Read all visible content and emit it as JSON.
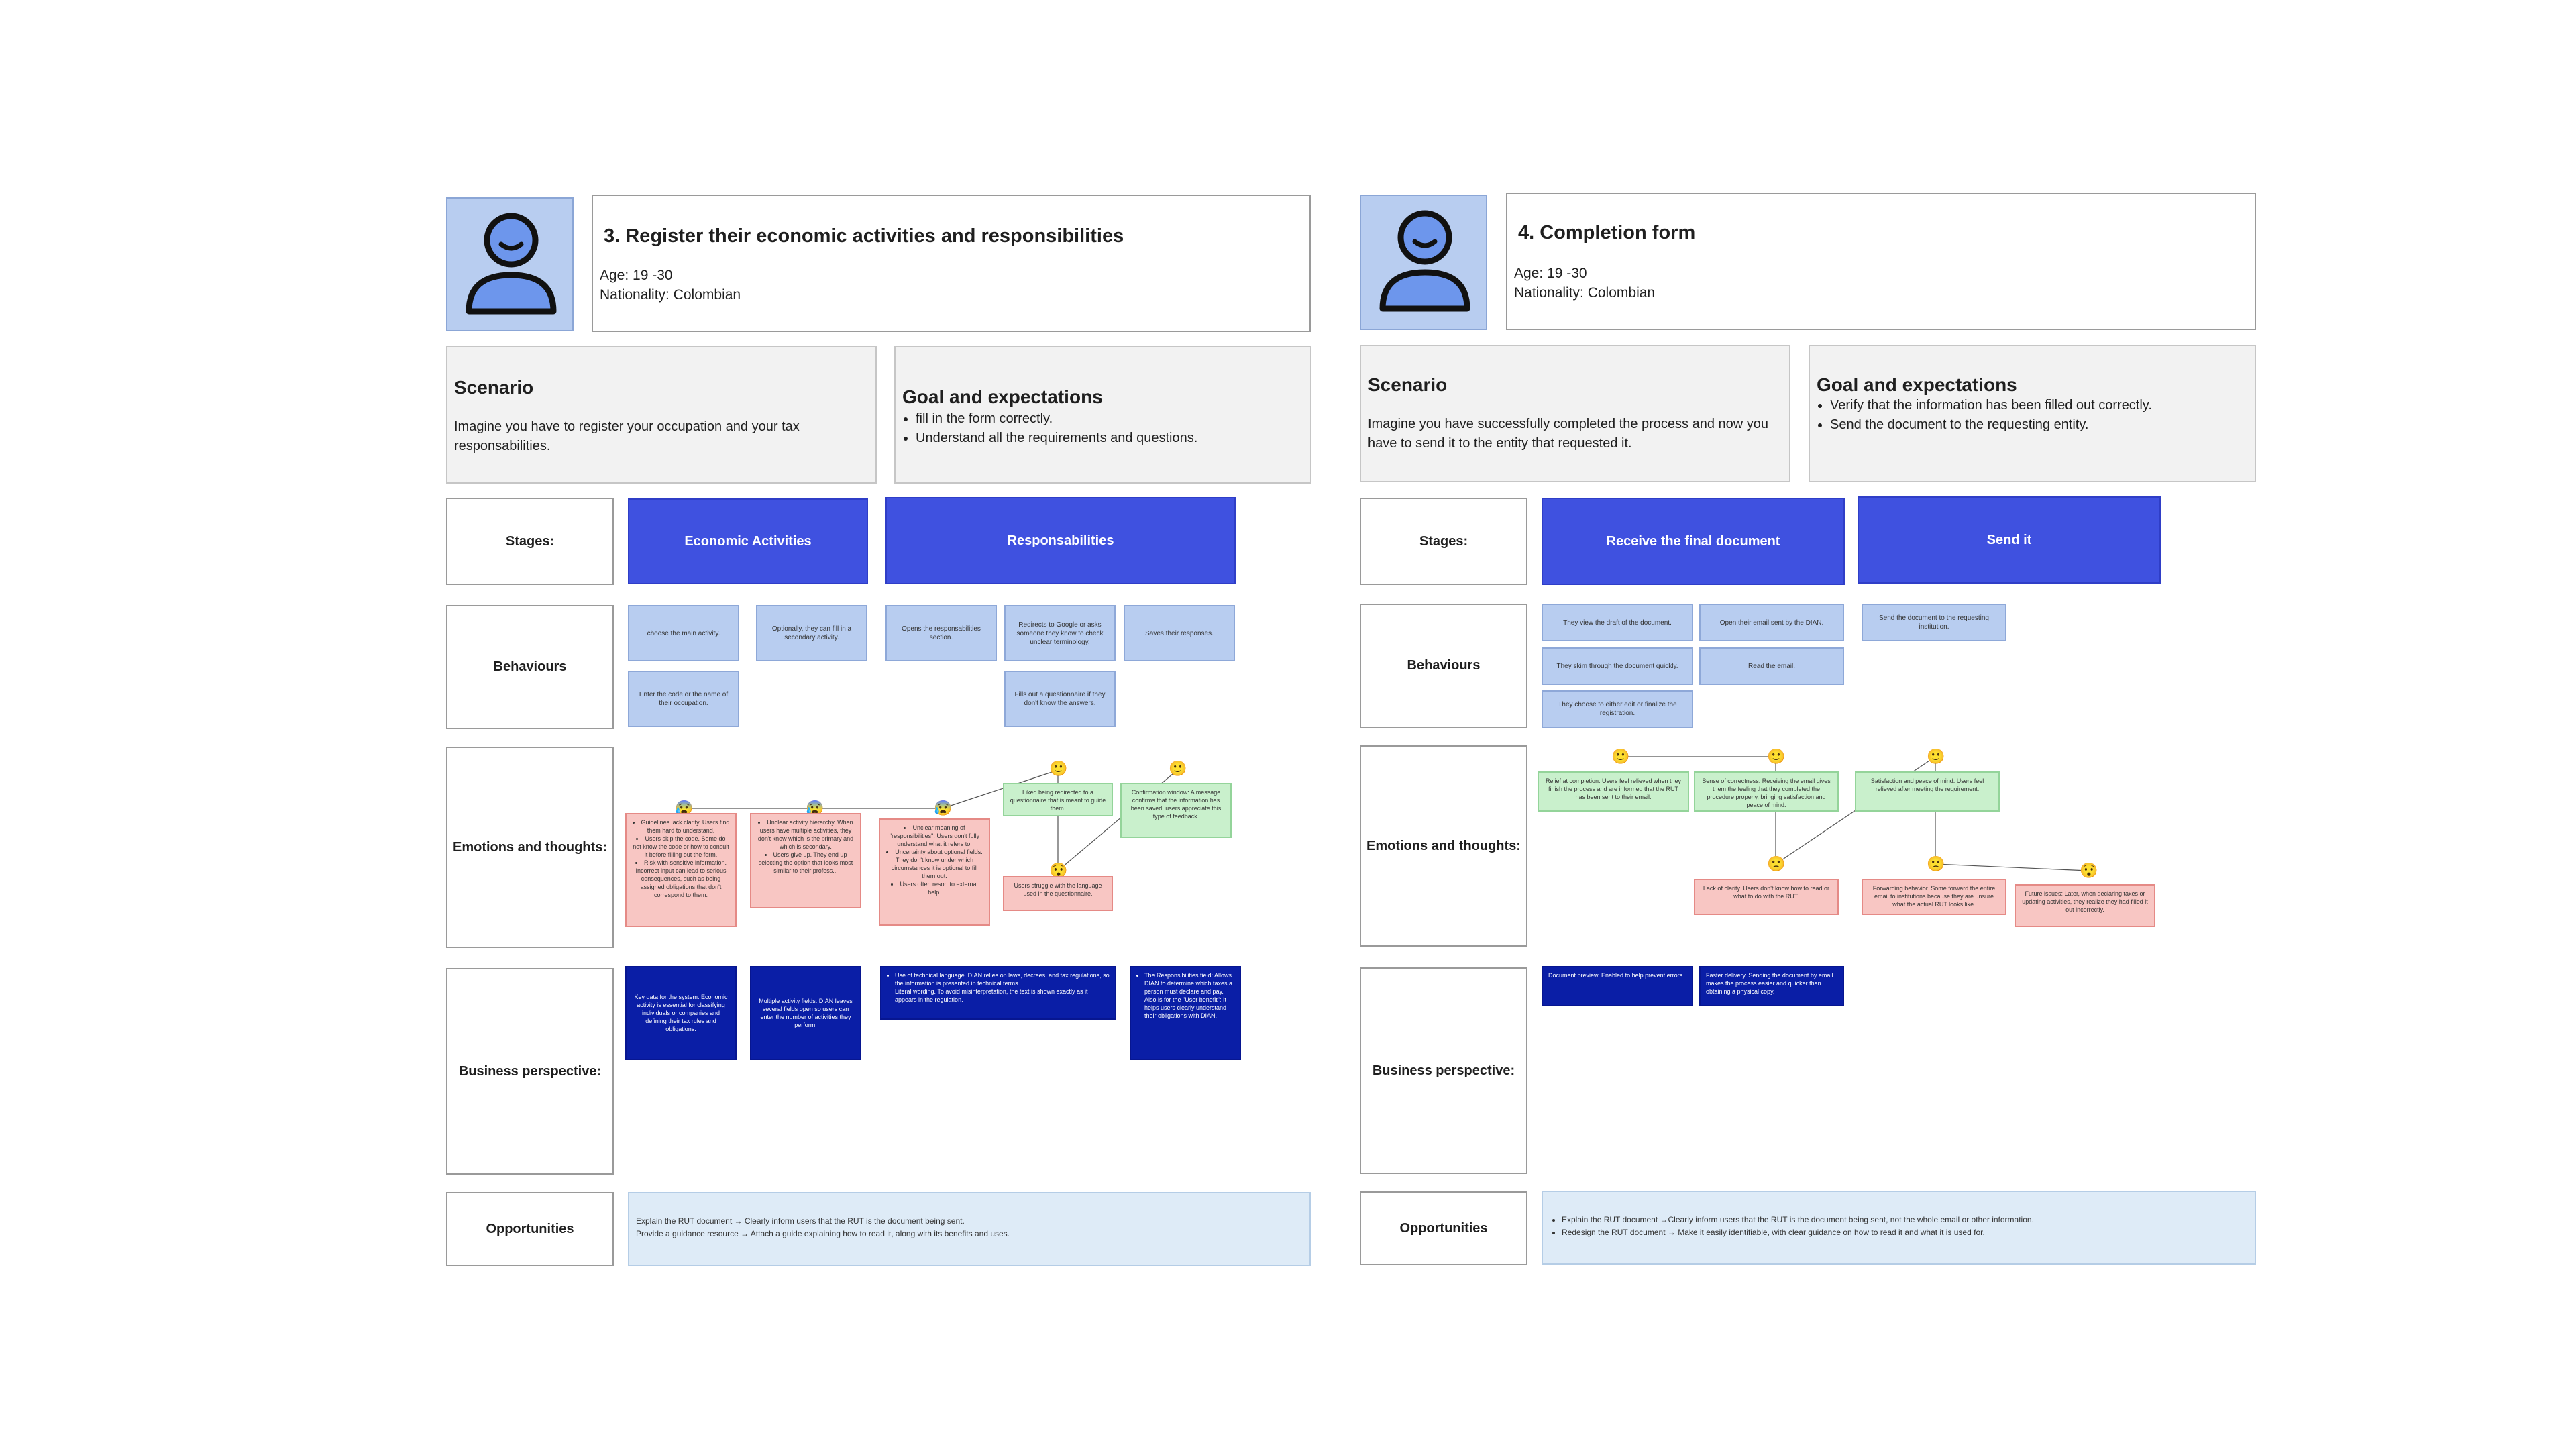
{
  "left": {
    "persona_title": "3. Register their  economic activities and responsibilities",
    "age": "Age: 19 -30",
    "nationality": "Nationality: Colombian",
    "scenario_title": "Scenario",
    "scenario_text": "Imagine you have to register your occupation and your tax responsabilities.",
    "goal_title": "Goal and expectations",
    "goals": [
      "fill in the form correctly.",
      "Understand all the requirements and questions."
    ],
    "labels": {
      "stages": "Stages:",
      "behaviours": "Behaviours",
      "emotions": "Emotions and thoughts:",
      "business": "Business perspective:",
      "opportunities": "Opportunities"
    },
    "stages": [
      "Economic Activities",
      "Responsabilities"
    ],
    "behaviours": [
      "choose the main activity.",
      "Optionally, they can fill in a secondary activity.",
      "Opens the responsabilities section.",
      "Redirects to Google or asks someone they know to check unclear terminology.",
      "Saves their responses.",
      "Enter the code or the name of their occupation.",
      "Fills out a questionnaire if they don't know the answers."
    ],
    "pain_cards": [
      [
        "Guidelines lack clarity. Users find them hard to understand.",
        "Users skip the code. Some do not know the code or how to consult it before filling out the form.",
        "Risk with sensitive information. Incorrect input can lead to serious consequences, such as being assigned obligations that don't correspond to them."
      ],
      [
        "Unclear activity hierarchy. When users have multiple activities, they don't know which is the primary and which is secondary.",
        "Users give up. They end up selecting the option that looks most similar to their profess..."
      ],
      [
        "Unclear meaning of \"responsibilities\": Users don't fully understand what it refers to.",
        "Uncertainty about optional fields. They don't know under which circumstances it is optional to fill them out.",
        "Users often resort to external help."
      ]
    ],
    "green_cards": [
      "Liked being redirected to a questionnaire that is meant to guide them.",
      "Confirmation window: A message confirms that the information has been saved; users appreciate this type of feedback."
    ],
    "red_single": "Users struggle with the language used in the questionnaire.",
    "business_cards": [
      "Key data for the system. Economic activity is essential for classifying individuals or companies and defining their tax rules and obligations.",
      "Multiple activity fields. DIAN leaves several fields open so users can enter the number of activities they perform.",
      "Use of technical language. DIAN relies on laws, decrees, and tax regulations, so the information is presented in technical terms.|Literal wording. To avoid misinterpretation, the text is shown exactly as it appears in the regulation.",
      "The Responsibilities field: Allows DIAN to determine which taxes a person must declare and pay.|Also is for the \"User benefit\": It helps users clearly understand their obligations with DIAN."
    ],
    "opportunities": [
      "Explain the RUT document → Clearly inform users that the RUT is the document being sent.",
      "Provide a guidance resource → Attach a guide explaining how to read it, along with its benefits and uses."
    ]
  },
  "right": {
    "persona_title": "4. Completion form",
    "age": "Age: 19 -30",
    "nationality": "Nationality: Colombian",
    "scenario_title": "Scenario",
    "scenario_text": "Imagine you have successfully completed the process and now you have to send it to the entity that requested it.",
    "goal_title": "Goal and expectations",
    "goals": [
      "Verify that the information has been filled out correctly.",
      "Send the document to the requesting entity."
    ],
    "labels": {
      "stages": "Stages:",
      "behaviours": "Behaviours",
      "emotions": "Emotions and thoughts:",
      "business": "Business perspective:",
      "opportunities": "Opportunities"
    },
    "stages": [
      "Receive the final document",
      "Send it"
    ],
    "behaviours": [
      "They view the draft of the document.",
      "Open their email sent by the DIAN.",
      "Send the document to the requesting institution.",
      "They skim through the document quickly.",
      "Read the email.",
      "They choose to either edit or finalize the registration."
    ],
    "green_cards": [
      "Relief at completion. Users feel relieved when they finish the process and are informed that the RUT has been sent to their email.",
      "Sense of correctness. Receiving the email gives them the feeling that they completed the procedure properly, bringing satisfaction and peace of mind.",
      "Satisfaction and peace of mind. Users feel relieved after meeting the requirement."
    ],
    "red_cards": [
      "Lack of clarity. Users don't know how to read or what to do with the RUT.",
      "Forwarding behavior. Some forward the entire email to institutions because they are unsure what the actual RUT looks like.",
      "Future issues: Later, when declaring taxes or updating activities, they realize they had filled it out incorrectly."
    ],
    "business_cards": [
      "Document preview. Enabled to help prevent errors.",
      "Faster delivery. Sending the document by email makes the process easier and quicker than obtaining a physical copy."
    ],
    "opportunities": [
      "Explain the RUT document →Clearly inform users that the RUT is the document being sent, not the whole email or other information.",
      "Redesign the RUT document → Make it easily identifiable, with clear guidance on how to read it and what it is used for."
    ]
  },
  "colors": {
    "stage": "#3f51e0",
    "behaviour": "#b8cdf0",
    "pain": "#f8c6c3",
    "positive": "#c9f0cc",
    "business": "#0a1ea6",
    "opportunity": "#deebf7"
  }
}
